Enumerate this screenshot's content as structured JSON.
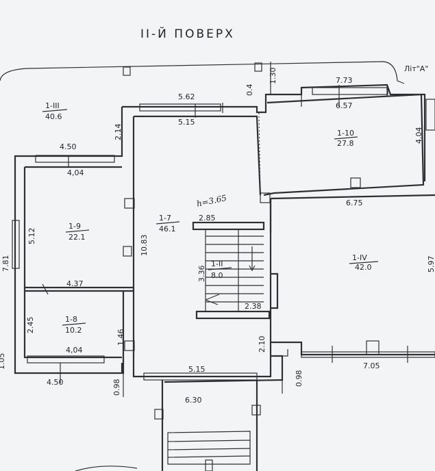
{
  "plan": {
    "title": "II-Й ПОВЕРХ",
    "building_label": "Літ\"А\"",
    "ceiling_height": "h=3.65",
    "rooms": [
      {
        "id": "1-III",
        "area": "40.6"
      },
      {
        "id": "1-10",
        "area": "27.8"
      },
      {
        "id": "1-9",
        "area": "22.1"
      },
      {
        "id": "1-7",
        "area": "46.1"
      },
      {
        "id": "1-II",
        "area": "8.0"
      },
      {
        "id": "1-IV",
        "area": "42.0"
      },
      {
        "id": "1-8",
        "area": "10.2"
      }
    ],
    "dimensions": {
      "top_right_upper": "7.73",
      "top_right_lower": "6.57",
      "top_center_upper": "5.62",
      "top_center_lower": "5.15",
      "vertical_130": "1.30",
      "vertical_04": "0.4",
      "vertical_214": "2.14",
      "room9_top_outer": "4.50",
      "room9_top_inner": "4,04",
      "room9_height": "5.12",
      "room9_bottom": "4.37",
      "left_height": "7.81",
      "room7_height": "10.83",
      "stair_top": "2.85",
      "stair_height": "3.36",
      "stair_bottom": "2.38",
      "room10_height": "4.04",
      "room_iv_top": "6.75",
      "room_iv_right": "5.97",
      "room8_height": "2.45",
      "room8_wall": "1.46",
      "room8_bottom": "4,04",
      "bottom_left_outer": "4.50",
      "bottom_center": "5.15",
      "vertical_210": "2.10",
      "bottom_right": "7.05",
      "left_098": "0.98",
      "right_098": "0.98",
      "porch_width": "6.30",
      "left_edge": "1.05"
    }
  }
}
